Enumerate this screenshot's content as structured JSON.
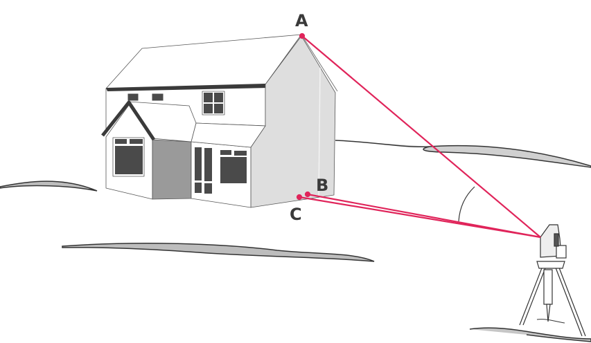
{
  "diagram": {
    "points": [
      {
        "id": "A",
        "label": "A"
      },
      {
        "id": "B",
        "label": "B"
      },
      {
        "id": "C",
        "label": "C"
      }
    ],
    "colors": {
      "beam": "#e0245a",
      "ink": "#3a3a3a",
      "wall_shade": "#dedede",
      "dark_shade": "#9a9a9a",
      "window": "#4a4a4a",
      "ground": "#bdbdbd"
    }
  }
}
